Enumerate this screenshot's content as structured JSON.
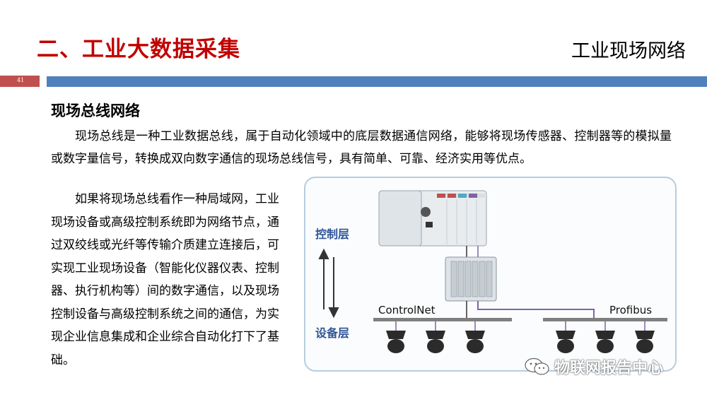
{
  "header": {
    "title": "二、工业大数据采集",
    "section": "工业现场网络",
    "page_number": "41"
  },
  "content": {
    "subheading": "现场总线网络",
    "paragraph1": "现场总线是一种工业数据总线，属于自动化领域中的底层数据通信网络，能够将现场传感器、控制器等的模拟量或数字量信号，转换成双向数字通信的现场总线信号，具有简单、可靠、经济实用等优点。",
    "paragraph2": "如果将现场总线看作一种局域网，工业现场设备或高级控制系统即为网络节点，通过双绞线或光纤等传输介质建立连接后，可实现工业现场设备（智能化仪器仪表、控制器、执行机构等）间的数字通信，以及现场控制设备与高级控制系统之间的通信，为实现企业信息集成和企业综合自动化打下了基础。"
  },
  "diagram": {
    "control_layer": "控制层",
    "device_layer": "设备层",
    "net_left": "ControlNet",
    "net_right": "Profibus",
    "colors": {
      "controlnet": "#7f7f7f",
      "profibus": "#8064a2",
      "border": "#b6cde0",
      "label": "#2f5597"
    }
  },
  "watermark": {
    "text": "物联网报告中心",
    "icon": "wechat-icon"
  },
  "colors": {
    "title": "#c00000",
    "bar_red": "#c0504d",
    "bar_blue": "#4f81bd"
  }
}
